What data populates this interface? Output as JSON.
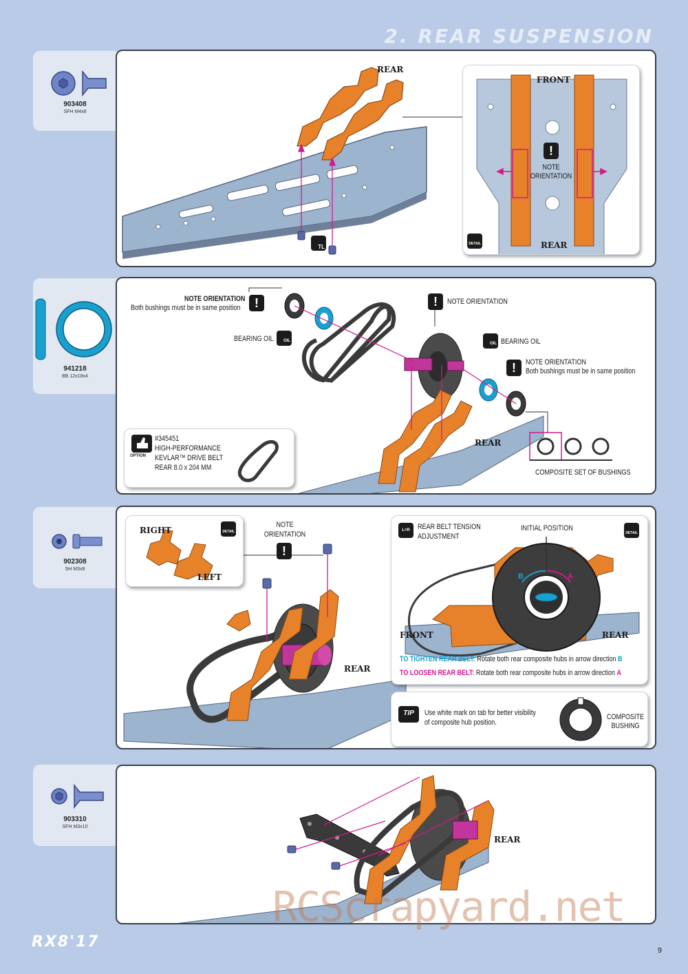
{
  "header": {
    "section_title": "2. REAR SUSPENSION"
  },
  "parts": [
    {
      "code": "903408",
      "desc": "SFH M4x8"
    },
    {
      "code": "941218",
      "desc": "BB 12x18x4"
    },
    {
      "code": "902308",
      "desc": "SH M3x8"
    },
    {
      "code": "903310",
      "desc": "SFH M3x10"
    }
  ],
  "step1": {
    "rear_label": "REAR",
    "detail": {
      "front_label": "FRONT",
      "rear_label": "REAR",
      "note_line1": "NOTE",
      "note_line2": "ORIENTATION",
      "detail_tag": "DETAIL"
    },
    "tl_tag": "TL"
  },
  "step2": {
    "note1_title": "NOTE ORIENTATION",
    "note1_text": "Both bushings must be in same position",
    "bearing_oil_left": "BEARING OIL",
    "oil_tag": "OIL",
    "note_center": "NOTE ORIENTATION",
    "bearing_oil_right": "BEARING OIL",
    "note2_title": "NOTE ORIENTATION",
    "note2_text": "Both bushings must be in same position",
    "rear_label": "REAR",
    "bushings_label": "COMPOSITE SET OF BUSHINGS",
    "option": {
      "tag": "OPTION",
      "part_no": "#345451",
      "line1": "HIGH-PERFORMANCE",
      "line2": "KEVLAR™ DRIVE BELT",
      "line3": "REAR 8.0 x 204 MM"
    }
  },
  "step3": {
    "right_label": "RIGHT",
    "left_label": "LEFT",
    "detail_tag": "DETAIL",
    "note_line1": "NOTE",
    "note_line2": "ORIENTATION",
    "rear_label": "REAR",
    "tension": {
      "title_line1": "REAR BELT TENSION",
      "title_line2": "ADJUSTMENT",
      "icon_text": "L=R",
      "initial_position": "INITIAL POSITION",
      "front_label": "FRONT",
      "rear_label": "REAR",
      "arrow_a": "A",
      "arrow_b": "B",
      "tighten_label": "TO TIGHTEN REAR BELT:",
      "tighten_text": "Rotate both rear composite hubs in arrow direction",
      "tighten_dir": "B",
      "loosen_label": "TO LOOSEN REAR BELT:",
      "loosen_text": "Rotate both rear composite hubs in arrow direction",
      "loosen_dir": "A"
    },
    "tip": {
      "tag": "TIP",
      "line1": "Use white mark on tab for better visibility",
      "line2": "of composite hub position.",
      "label_line1": "COMPOSITE",
      "label_line2": "BUSHING"
    }
  },
  "step4": {
    "rear_label": "REAR"
  },
  "footer": {
    "brand": "RX8'17",
    "page_number": "9",
    "watermark": "RCScrapyard.net"
  },
  "colors": {
    "orange": "#e8822a",
    "blue_gray": "#9db4cf",
    "magenta": "#d21a8a",
    "cyan": "#1aa0cf"
  }
}
